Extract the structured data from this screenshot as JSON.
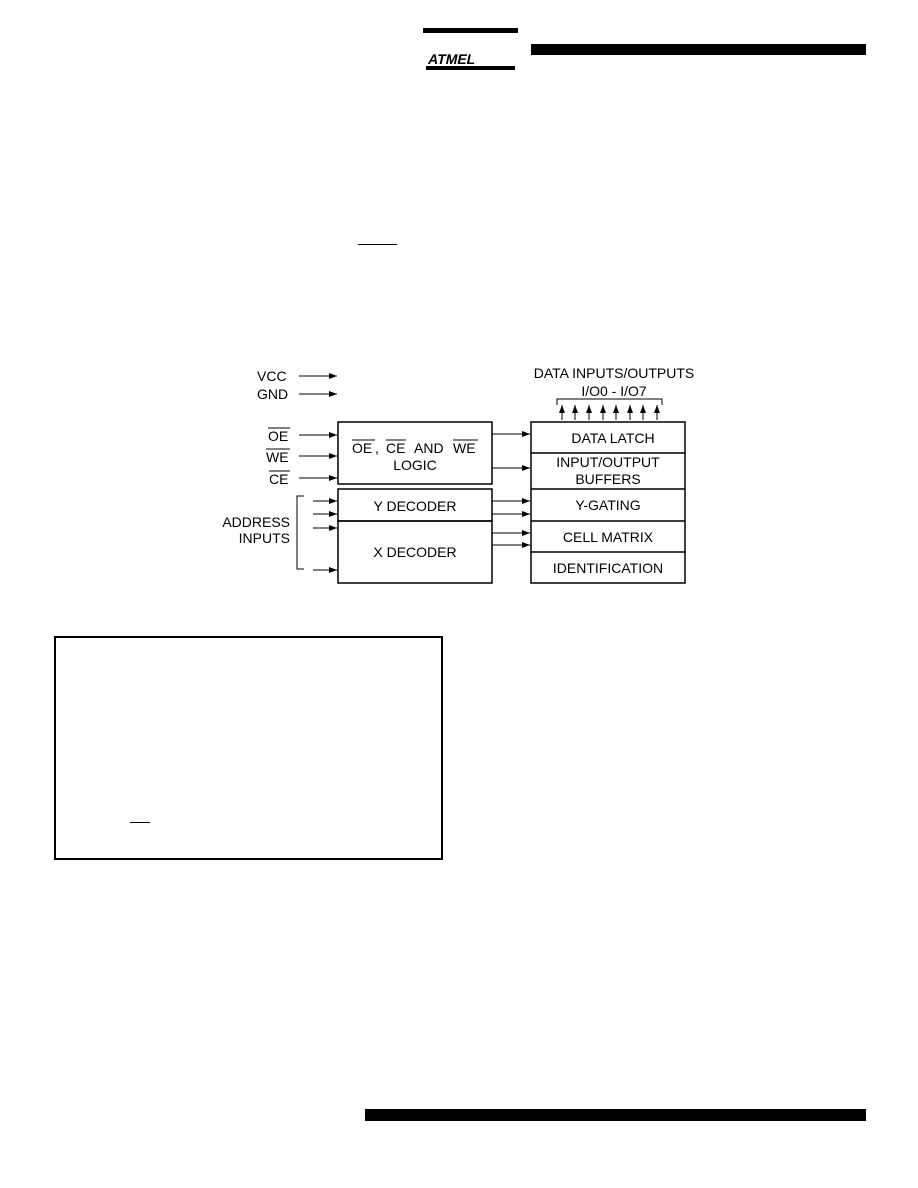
{
  "brand": {
    "logo_text": "ATMEL"
  },
  "diagram": {
    "power_pins": [
      "VCC",
      "GND"
    ],
    "control_pins": [
      "OE",
      "WE",
      "CE"
    ],
    "logic_block": {
      "line1_parts": [
        "OE",
        ",",
        "CE",
        "AND",
        "WE"
      ],
      "line2": "LOGIC"
    },
    "address_label": [
      "ADDRESS",
      "INPUTS"
    ],
    "y_decoder": "Y  DECODER",
    "x_decoder": "X  DECODER",
    "io_header": [
      "DATA  INPUTS/OUTPUTS",
      "I/O0  -  I/O7"
    ],
    "right_blocks": {
      "data_latch": "DATA  LATCH",
      "io_buffers": [
        "INPUT/OUTPUT",
        "BUFFERS"
      ],
      "y_gating": "Y-GATING",
      "cell_matrix": "CELL  MATRIX",
      "identification": "IDENTIFICATION"
    }
  }
}
